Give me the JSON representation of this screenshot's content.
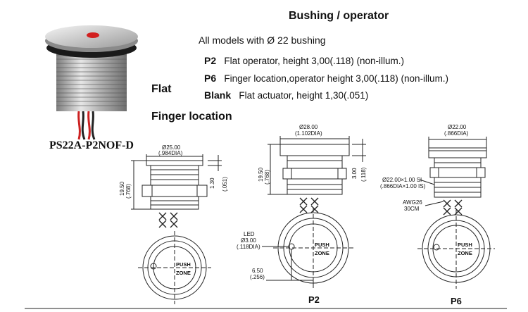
{
  "header": {
    "title": "Bushing / operator",
    "subtitle": "All models with Ø 22 bushing"
  },
  "options": [
    {
      "code": "P2",
      "desc": "Flat operator, height 3,00(.118) (non-illum.)"
    },
    {
      "code": "P6",
      "desc": "Finger location,operator height 3,00(.118) (non-illum.)"
    },
    {
      "code": "Blank",
      "desc": "Flat actuator, height 1,30(.051)"
    }
  ],
  "side_labels": {
    "flat": "Flat",
    "finger": "Finger location"
  },
  "product": {
    "model": "PS22A-P2NOF-D"
  },
  "drawings": {
    "left": {
      "top_dim": "Ø25.00",
      "top_dim_in": "(.984DIA)",
      "height_dim": "19.50",
      "height_dim_in": "(.768)",
      "cap_dim": "1.30",
      "cap_dim_in": "(.051)",
      "push": "PUSH",
      "zone": "ZONE"
    },
    "middle": {
      "top_dim": "Ø28.00",
      "top_dim_in": "(1.102DIA)",
      "height_dim": "19.50",
      "height_dim_in": "(.768)",
      "cap_dim": "3.00",
      "cap_dim_in": "(.118)",
      "led": "LED",
      "led_dim": "Ø3.00",
      "led_dim_in": "(.118DIA)",
      "offset_dim": "6.50",
      "offset_dim_in": "(.256)",
      "push": "PUSH",
      "zone": "ZONE",
      "label": "P2"
    },
    "right": {
      "top_dim": "Ø22.00",
      "top_dim_in": "(.866DIA)",
      "thread": "Ø22.00×1.00 SI",
      "thread_in": "(.866DIA×1.00 IS)",
      "wire": "AWG26",
      "wire_len": "30CM",
      "push": "PUSH",
      "zone": "ZONE",
      "label": "P6"
    }
  },
  "colors": {
    "led_red": "#d22020",
    "wire_red": "#cc2222",
    "steel": "#b8b8b8"
  }
}
